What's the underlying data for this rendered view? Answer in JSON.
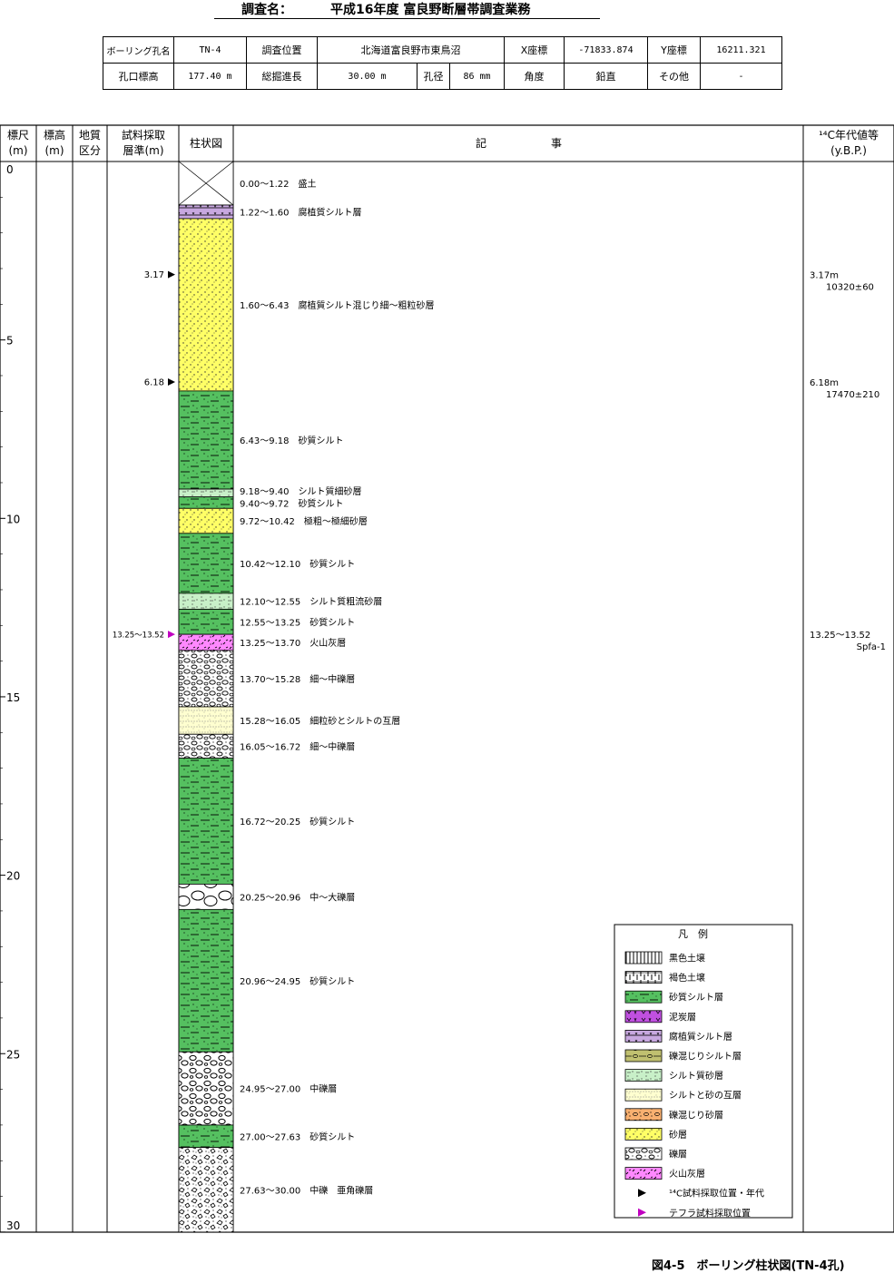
{
  "title": {
    "label": "調査名：",
    "value": "平成16年度 富良野断層帯調査業務"
  },
  "meta": {
    "boring_label": "ボーリング孔名",
    "boring": "TN-4",
    "location_label": "調査位置",
    "location": "北海道富良野市東鳥沼",
    "x_label": "X座標",
    "x": "-71833.874",
    "y_label": "Y座標",
    "y": "16211.321",
    "elev_label": "孔口標高",
    "elev": "177.40 m",
    "length_label": "総掘進長",
    "length": "30.00 m",
    "diam_label": "孔径",
    "diam": "86 mm",
    "angle_label": "角度",
    "angle": "鉛直",
    "other_label": "その他",
    "other": "-"
  },
  "columns": {
    "scale": [
      "標尺",
      "(m)"
    ],
    "elevation": [
      "標高",
      "(m)"
    ],
    "geology": [
      "地質",
      "区分"
    ],
    "sample": [
      "試料採取",
      "層準(m)"
    ],
    "column": "柱状図",
    "desc": [
      "記",
      "事"
    ],
    "age": [
      "¹⁴C年代値等",
      "(y.B.P.)"
    ]
  },
  "depth_ticks": [
    "0",
    "5",
    "10",
    "15",
    "20",
    "25",
    "30"
  ],
  "colors": {
    "fill": "#e5e5e5",
    "humic_silt": "#c8a8e0",
    "sand": "#ffff66",
    "sandy_silt": "#55c060",
    "silty_sand": "#c8f0c8",
    "alternation": "#ffffd0",
    "gravel": "#ffffff",
    "volcanic_ash": "#ff88ff",
    "peat": "#c050e0",
    "gravel_silt": "#c0c070",
    "gravel_sand": "#f8b070",
    "sample_c14": "#000000",
    "sample_tephra": "#c000c0"
  },
  "layers": [
    {
      "top": 0.0,
      "bottom": 1.22,
      "type": "fill",
      "label": "0.00～1.22　盛土"
    },
    {
      "top": 1.22,
      "bottom": 1.6,
      "type": "humic_silt",
      "label": "1.22～1.60　腐植質シルト層"
    },
    {
      "top": 1.6,
      "bottom": 6.43,
      "type": "sand",
      "label": "1.60～6.43　腐植質シルト混じり細～粗粒砂層"
    },
    {
      "top": 6.43,
      "bottom": 9.18,
      "type": "sandy_silt",
      "label": "6.43～9.18　砂質シルト"
    },
    {
      "top": 9.18,
      "bottom": 9.4,
      "type": "silty_sand",
      "label": "9.18～9.40　シルト質細砂層"
    },
    {
      "top": 9.4,
      "bottom": 9.72,
      "type": "sandy_silt",
      "label": "9.40～9.72　砂質シルト"
    },
    {
      "top": 9.72,
      "bottom": 10.42,
      "type": "sand",
      "label": "9.72～10.42　極粗～極細砂層"
    },
    {
      "top": 10.42,
      "bottom": 12.1,
      "type": "sandy_silt",
      "label": "10.42～12.10　砂質シルト"
    },
    {
      "top": 12.1,
      "bottom": 12.55,
      "type": "silty_sand",
      "label": "12.10～12.55　シルト質粗流砂層"
    },
    {
      "top": 12.55,
      "bottom": 13.25,
      "type": "sandy_silt",
      "label": "12.55～13.25　砂質シルト"
    },
    {
      "top": 13.25,
      "bottom": 13.7,
      "type": "volcanic_ash",
      "label": "13.25～13.70　火山灰層"
    },
    {
      "top": 13.7,
      "bottom": 15.28,
      "type": "gravel",
      "label": "13.70～15.28　細～中礫層"
    },
    {
      "top": 15.28,
      "bottom": 16.05,
      "type": "alternation",
      "label": "15.28～16.05　細粒砂とシルトの互層"
    },
    {
      "top": 16.05,
      "bottom": 16.72,
      "type": "gravel",
      "label": "16.05～16.72　細～中礫層"
    },
    {
      "top": 16.72,
      "bottom": 20.25,
      "type": "sandy_silt",
      "label": "16.72～20.25　砂質シルト"
    },
    {
      "top": 20.25,
      "bottom": 20.96,
      "type": "gravel_large",
      "label": "20.25～20.96　中～大礫層"
    },
    {
      "top": 20.96,
      "bottom": 24.95,
      "type": "sandy_silt",
      "label": "20.96～24.95　砂質シルト"
    },
    {
      "top": 24.95,
      "bottom": 27.0,
      "type": "gravel_medium",
      "label": "24.95～27.00　中礫層"
    },
    {
      "top": 27.0,
      "bottom": 27.63,
      "type": "sandy_silt",
      "label": "27.00～27.63　砂質シルト"
    },
    {
      "top": 27.63,
      "bottom": 30.0,
      "type": "gravel_angular",
      "label": "27.63～30.00　中礫　亜角礫層"
    }
  ],
  "samples": [
    {
      "depth": 3.17,
      "label": "3.17",
      "kind": "c14",
      "age_depth": "3.17m",
      "age_value": "10320±60"
    },
    {
      "depth": 6.18,
      "label": "6.18",
      "kind": "c14",
      "age_depth": "6.18m",
      "age_value": "17470±210"
    },
    {
      "depth": 13.25,
      "label": "13.25～13.52",
      "kind": "tephra",
      "age_depth": "13.25～13.52",
      "age_value": "Spfa-1"
    }
  ],
  "legend": {
    "title": "凡　例",
    "items": [
      {
        "pattern": "black_soil",
        "label": "黒色土壌"
      },
      {
        "pattern": "brown_soil",
        "label": "褐色土壌"
      },
      {
        "pattern": "sandy_silt",
        "label": "砂質シルト層"
      },
      {
        "pattern": "peat",
        "label": "泥炭層"
      },
      {
        "pattern": "humic_silt",
        "label": "腐植質シルト層"
      },
      {
        "pattern": "gravel_silt",
        "label": "礫混じりシルト層"
      },
      {
        "pattern": "silty_sand",
        "label": "シルト質砂層"
      },
      {
        "pattern": "alternation",
        "label": "シルトと砂の互層"
      },
      {
        "pattern": "gravel_sand",
        "label": "礫混じり砂層"
      },
      {
        "pattern": "sand",
        "label": "砂層"
      },
      {
        "pattern": "gravel",
        "label": "礫層"
      },
      {
        "pattern": "volcanic_ash",
        "label": "火山灰層"
      },
      {
        "pattern": "marker_c14",
        "label": "¹⁴C試料採取位置・年代"
      },
      {
        "pattern": "marker_tephra",
        "label": "テフラ試料採取位置"
      }
    ]
  },
  "caption": "図4-5　ボーリング柱状図(TN-4孔)"
}
